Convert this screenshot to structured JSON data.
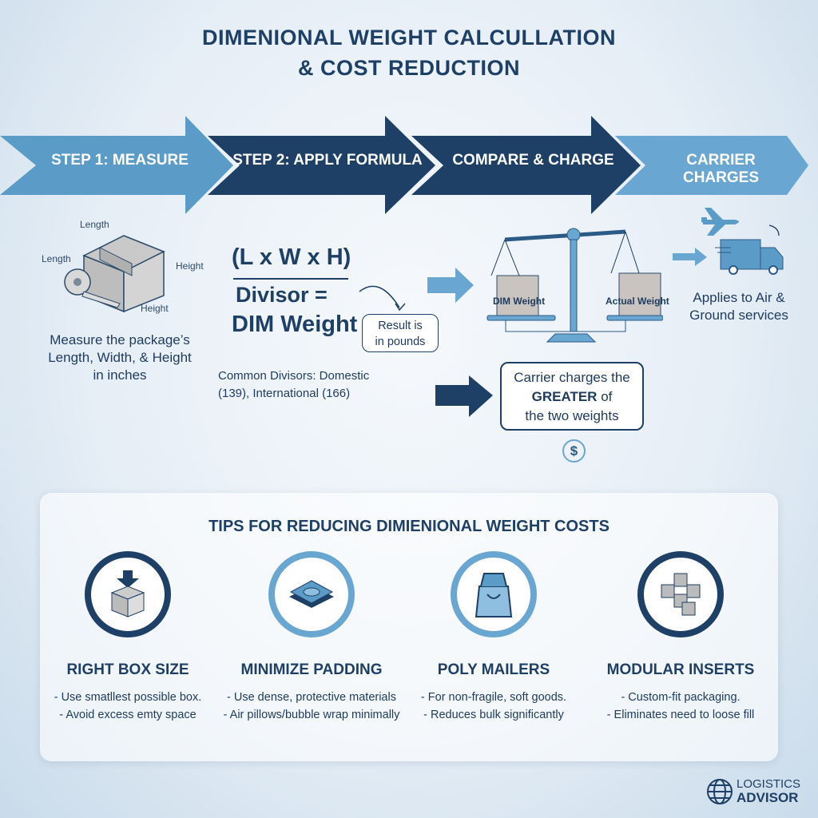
{
  "title": {
    "line1": "DIMENIONAL WEIGHT CALCULLATION",
    "line2": "& COST REDUCTION"
  },
  "steps": [
    {
      "label": "STEP 1: MEASURE"
    },
    {
      "label": "STEP 2: APPLY FORMULA"
    },
    {
      "label": "COMPARE & CHARGE"
    },
    {
      "label": "CARRIER CHARGES"
    }
  ],
  "measure": {
    "dims": {
      "top": "Length",
      "left": "Length",
      "right": "Height",
      "bottom": "Height"
    },
    "caption": [
      "Measure the package’s",
      "Length, Width, & Height",
      "in inches"
    ]
  },
  "formula": {
    "numerator": "(L x W x H)",
    "line2": "Divisor =",
    "line3": "DIM Weight",
    "result": [
      "Result is",
      "in pounds"
    ],
    "divisors": [
      "Common Divisors: Domestic",
      "(139), International (166)"
    ]
  },
  "compare": {
    "left": "DIM Weight",
    "right": "Actual Weight",
    "charge": {
      "pre": "Carrier charges the",
      "bold": "GREATER",
      "post_bold": " of",
      "last": "the two weights"
    },
    "currency": "$"
  },
  "carrier": {
    "caption": [
      "Applies to Air &",
      "Ground services"
    ]
  },
  "tips": {
    "title": "TIPS FOR REDUCING DIMIENIONAL WEIGHT COSTS",
    "items": [
      {
        "title": "RIGHT BOX SIZE",
        "lines": [
          "- Use smatllest possible box.",
          "- Avoid excess emty space"
        ]
      },
      {
        "title": "MINIMIZE PADDING",
        "lines": [
          "- Use dense, protective materials",
          "- Air pillows/bubble wrap minimally"
        ]
      },
      {
        "title": "POLY MAILERS",
        "lines": [
          "- For non-fragile, soft goods.",
          "- Reduces bulk significantly"
        ]
      },
      {
        "title": "MODULAR INSERTS",
        "lines": [
          "- Custom-fit packaging.",
          "- Eliminates need to loose fill"
        ]
      }
    ]
  },
  "logo": {
    "line1": "LOGISTICS",
    "line2": "ADVISOR"
  },
  "colors": {
    "navy": "#1e3f66",
    "light": "#5b9bc8"
  }
}
